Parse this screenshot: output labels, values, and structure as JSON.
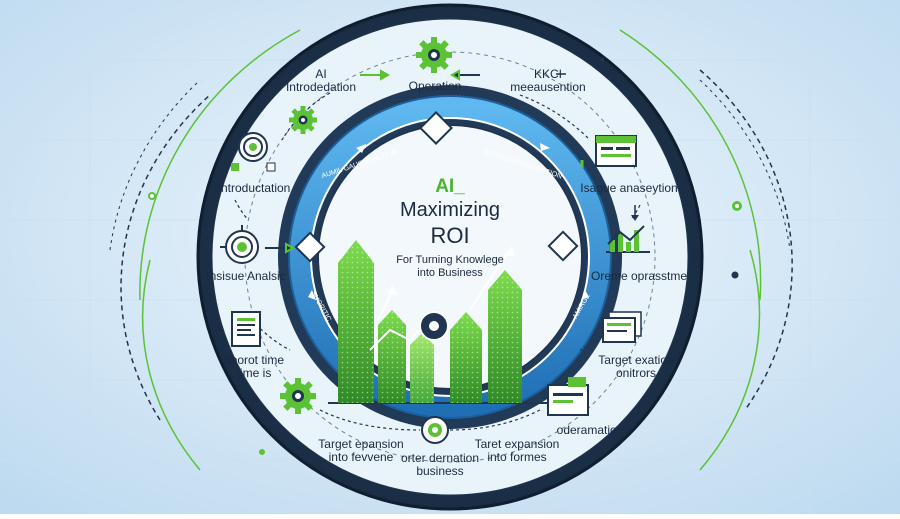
{
  "center": {
    "line1": "AI_",
    "line2": "Maximizing",
    "line3": "ROI",
    "subtitle_line1": "For Turning Knowlege",
    "subtitle_line2": "into Business"
  },
  "arc_labels": {
    "top_left": "AUMIL GAUONCHLTION",
    "top_right": "NOMEUGBSEEDENTION",
    "left": "SUORITIC",
    "right": "AMIRGE"
  },
  "nodes": {
    "ai_intro": {
      "line1": "AI",
      "line2": "Introdedation"
    },
    "operation": {
      "label": "Operation"
    },
    "kkci": {
      "line1": "KKCI",
      "line2": "meeausention"
    },
    "introductation": {
      "label": "Introductation"
    },
    "isague": {
      "label": "Isague anaseytion"
    },
    "insisue": {
      "label": "Insisue Analsic"
    },
    "oreme": {
      "label": "Oreme oprasstme"
    },
    "aborot": {
      "line1": "aborot time",
      "line2": "time is"
    },
    "target_right": {
      "line1": "Target exation",
      "line2": "onitrors"
    },
    "oderamation": {
      "label": "oderamation"
    },
    "target_left": {
      "line1": "Target epansion",
      "line2": "into fevvene"
    },
    "orter": {
      "line1": "orter dernation",
      "line2": "business"
    },
    "target_mid": {
      "line1": "Taret expansion",
      "line2": "into formes"
    }
  },
  "colors": {
    "background": "#dfeefb",
    "ring_dark": "#1f3550",
    "ring_blue": "#3a9be0",
    "green": "#5bc236",
    "dark_green": "#2e7d28",
    "inner_disc": "#f2f8fc"
  },
  "icons": [
    "gear-icon",
    "target-icon",
    "document-icon",
    "chart-icon",
    "arrow-icon",
    "diamond-icon"
  ]
}
